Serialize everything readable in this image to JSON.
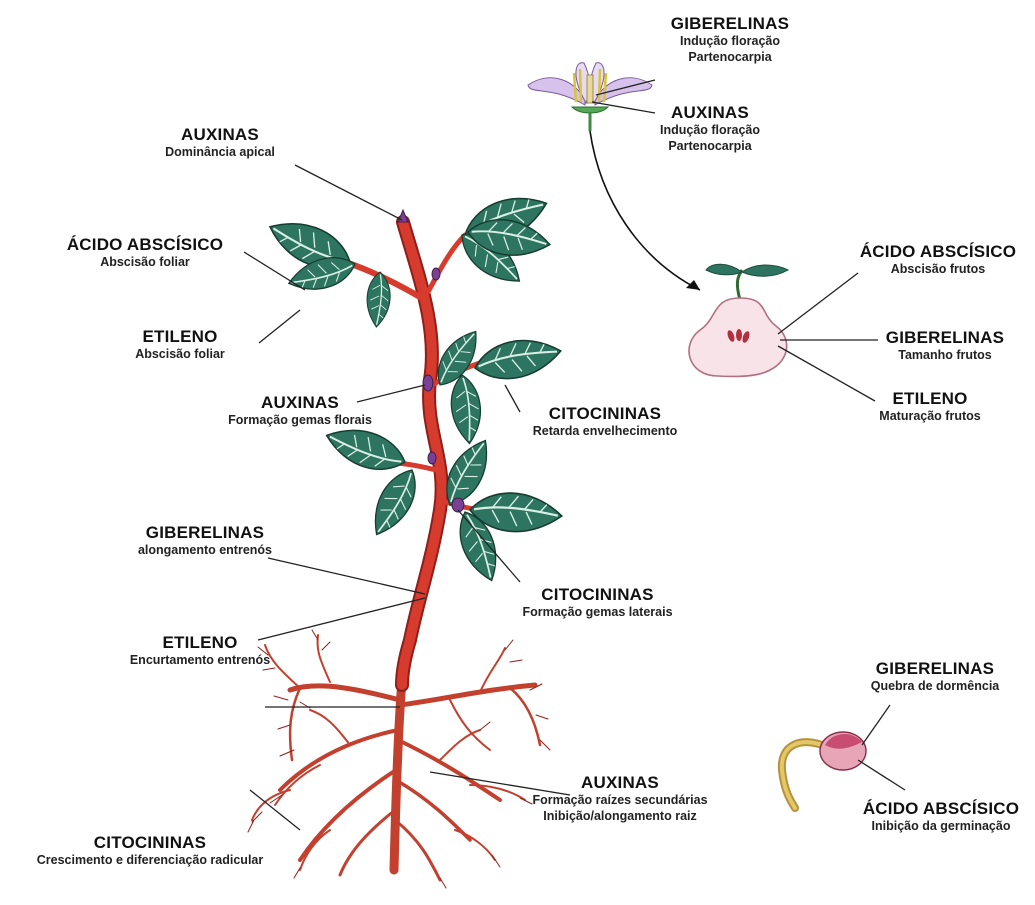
{
  "labels": {
    "aux_apical": {
      "title": "AUXINAS",
      "lines": [
        "Dominância apical"
      ]
    },
    "aba_leaf": {
      "title": "ÁCIDO ABSCÍSICO",
      "lines": [
        "Abscisão foliar"
      ]
    },
    "eti_leaf": {
      "title": "ETILENO",
      "lines": [
        "Abscisão foliar"
      ]
    },
    "aux_buds": {
      "title": "AUXINAS",
      "lines": [
        "Formação gemas florais"
      ]
    },
    "cit_age": {
      "title": "CITOCININAS",
      "lines": [
        "Retarda envelhecimento"
      ]
    },
    "gib_internode": {
      "title": "GIBERELINAS",
      "lines": [
        "alongamento entrenós"
      ]
    },
    "cit_lateral": {
      "title": "CITOCININAS",
      "lines": [
        "Formação gemas laterais"
      ]
    },
    "eti_internode": {
      "title": "ETILENO",
      "lines": [
        "Encurtamento entrenós"
      ]
    },
    "cit_root": {
      "title": "CITOCININAS",
      "lines": [
        "Crescimento e diferenciação radicular"
      ]
    },
    "aux_root": {
      "title": "AUXINAS",
      "lines": [
        "Formação raízes secundárias",
        "Inibição/alongamento raiz"
      ]
    },
    "gib_flower": {
      "title": "GIBERELINAS",
      "lines": [
        "Indução floração",
        "Partenocarpia"
      ]
    },
    "aux_flower": {
      "title": "AUXINAS",
      "lines": [
        "Indução floração",
        "Partenocarpia"
      ]
    },
    "aba_fruit": {
      "title": "ÁCIDO ABSCÍSICO",
      "lines": [
        "Abscisão frutos"
      ]
    },
    "gib_fruit": {
      "title": "GIBERELINAS",
      "lines": [
        "Tamanho frutos"
      ]
    },
    "eti_fruit": {
      "title": "ETILENO",
      "lines": [
        "Maturação frutos"
      ]
    },
    "gib_seed": {
      "title": "GIBERELINAS",
      "lines": [
        "Quebra de dormência"
      ]
    },
    "aba_seed": {
      "title": "ÁCIDO ABSCÍSICO",
      "lines": [
        "Inibição da germinação"
      ]
    }
  },
  "colors": {
    "stem": "#d63b2e",
    "stem_dark": "#8e1f1a",
    "leaf": "#2d7560",
    "leaf_light": "#d9efe6",
    "bud": "#7b3f95",
    "flower_petal": "#d7c2ec",
    "fruit": "#f8e4e8",
    "seed": "#c94d72",
    "sprout": "#d2b35d",
    "pointer": "#222222"
  }
}
